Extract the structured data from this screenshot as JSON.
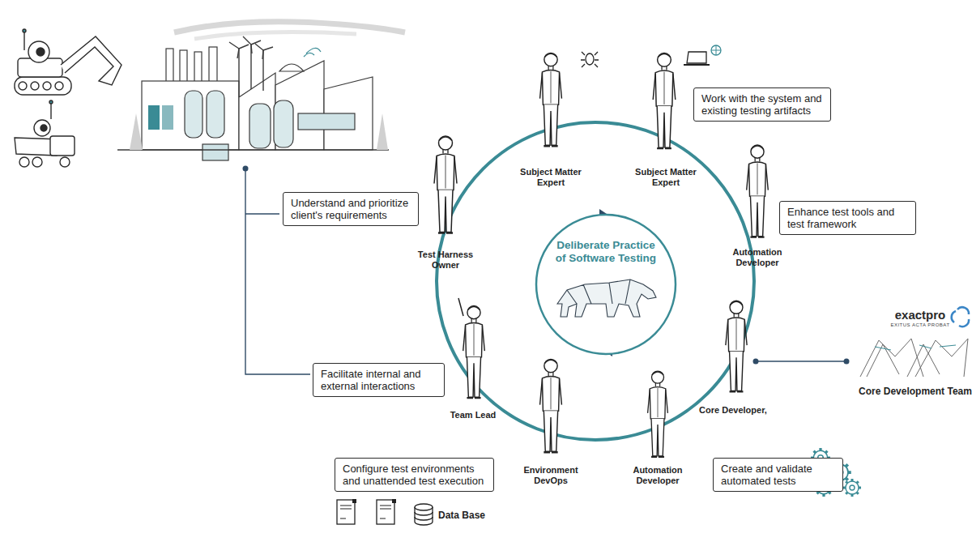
{
  "diagram": {
    "nodes": [
      {
        "text": [
          "Work with the system and existing testing artifacts"
        ]
      },
      {
        "text": [
          "Understand and prioritize client's requirements"
        ]
      },
      {
        "text": [
          "Enhance test tools and test framework"
        ]
      },
      {
        "text": [
          "Deliberate Practice of Software Testing"
        ]
      },
      {
        "text": [
          "Facilitate internal and external interactions"
        ]
      },
      {
        "text": [
          "Configure test environments and unattended test execution"
        ]
      },
      {
        "text": [
          "Create and validate automated tests"
        ]
      }
    ],
    "labels": [
      "Subject Matter Expert",
      "Subject Matter Expert",
      "Test Harness Owner",
      "Automation Developer",
      "Core Developer,",
      "Automation Developer",
      "Environment DevOps",
      "Team Lead",
      "Core Development Team",
      "exactpro",
      "EXITUS ACTA PROBAT",
      "Data Base"
    ]
  }
}
